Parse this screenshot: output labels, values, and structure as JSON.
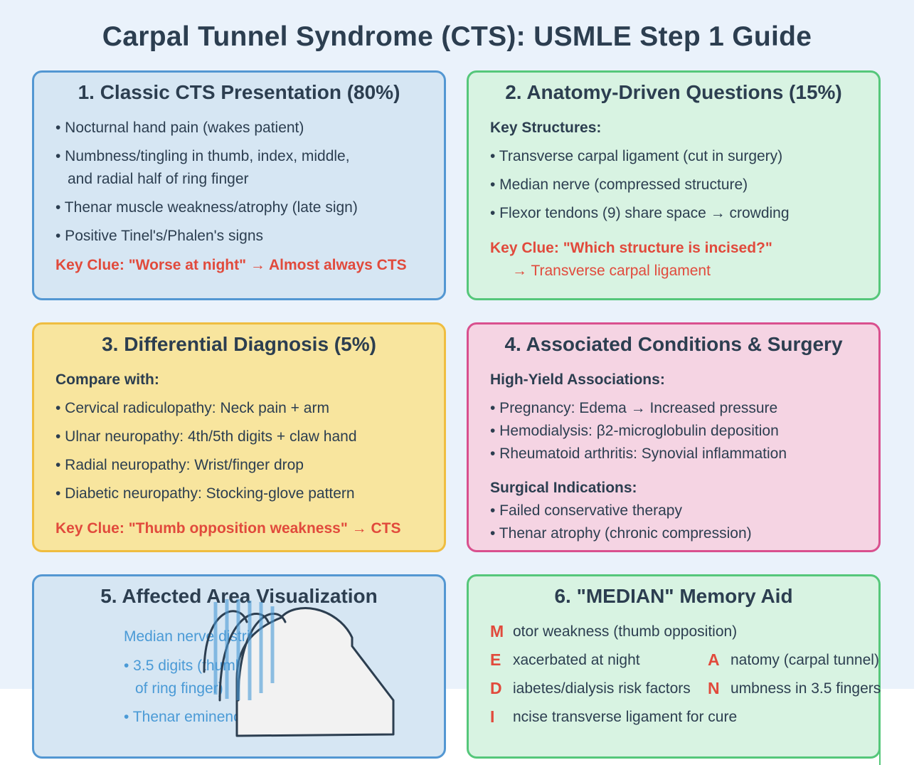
{
  "title": "Carpal Tunnel Syndrome (CTS): USMLE Step 1 Guide",
  "card1": {
    "heading": "1. Classic CTS Presentation (80%)",
    "bullets": [
      "• Nocturnal hand pain (wakes patient)",
      "• Numbness/tingling in thumb, index, middle,",
      "and radial half of ring finger",
      "• Thenar muscle weakness/atrophy (late sign)",
      "• Positive Tinel's/Phalen's signs"
    ],
    "key_clue": "Key Clue: \"Worse at night\" → Almost always CTS"
  },
  "card2": {
    "heading": "2. Anatomy-Driven Questions (15%)",
    "subheading": "Key Structures:",
    "bullets": [
      "• Transverse carpal ligament (cut in surgery)",
      "• Median nerve (compressed structure)",
      "• Flexor tendons (9) share space → crowding"
    ],
    "key_clue": "Key Clue: \"Which structure is incised?\"",
    "key_answer": "→ Transverse carpal ligament"
  },
  "card3": {
    "heading": "3. Differential Diagnosis (5%)",
    "subheading": "Compare with:",
    "bullets": [
      "• Cervical radiculopathy: Neck pain + arm",
      "• Ulnar neuropathy: 4th/5th digits + claw hand",
      "• Radial neuropathy: Wrist/finger drop",
      "• Diabetic neuropathy: Stocking-glove pattern"
    ],
    "key_clue": "Key Clue: \"Thumb opposition weakness\" → CTS"
  },
  "card4": {
    "heading": "4. Associated Conditions & Surgery",
    "associations_heading": "High-Yield Associations:",
    "associations": [
      "• Pregnancy: Edema → Increased pressure",
      "• Hemodialysis: β2-microglobulin deposition",
      "• Rheumatoid arthritis: Synovial inflammation"
    ],
    "surgery_heading": "Surgical Indications:",
    "surgery": [
      "• Failed conservative therapy",
      "• Thenar atrophy (chronic compression)"
    ]
  },
  "card5": {
    "heading": "5. Affected Area Visualization",
    "lines": [
      "Median nerve distribution:",
      "• 3.5 digits (thumb to half",
      "of ring finger)",
      "• Thenar eminence (motor)"
    ],
    "colors": {
      "nerve": "#4a9ad6",
      "hand_outline": "#2c3e50",
      "hand_fill": "#f2f2f2"
    }
  },
  "card6": {
    "heading": "6. \"MEDIAN\" Memory Aid",
    "items": [
      {
        "letter": "M",
        "text": "otor weakness (thumb opposition)"
      },
      {
        "letter": "E",
        "text": "xacerbated at night"
      },
      {
        "letter": "D",
        "text": "iabetes/dialysis risk factors"
      },
      {
        "letter": "I",
        "text": "ncise transverse ligament for cure"
      },
      {
        "letter": "A",
        "text": "natomy (carpal tunnel)"
      },
      {
        "letter": "N",
        "text": "umbness in 3.5 fingers"
      }
    ]
  },
  "colors": {
    "title": "#2c3e50",
    "clue_red": "#e14a3c",
    "blue_border": "#5397d2",
    "green_border": "#55c77a",
    "yellow_border": "#efbd40",
    "pink_border": "#d9508e"
  }
}
